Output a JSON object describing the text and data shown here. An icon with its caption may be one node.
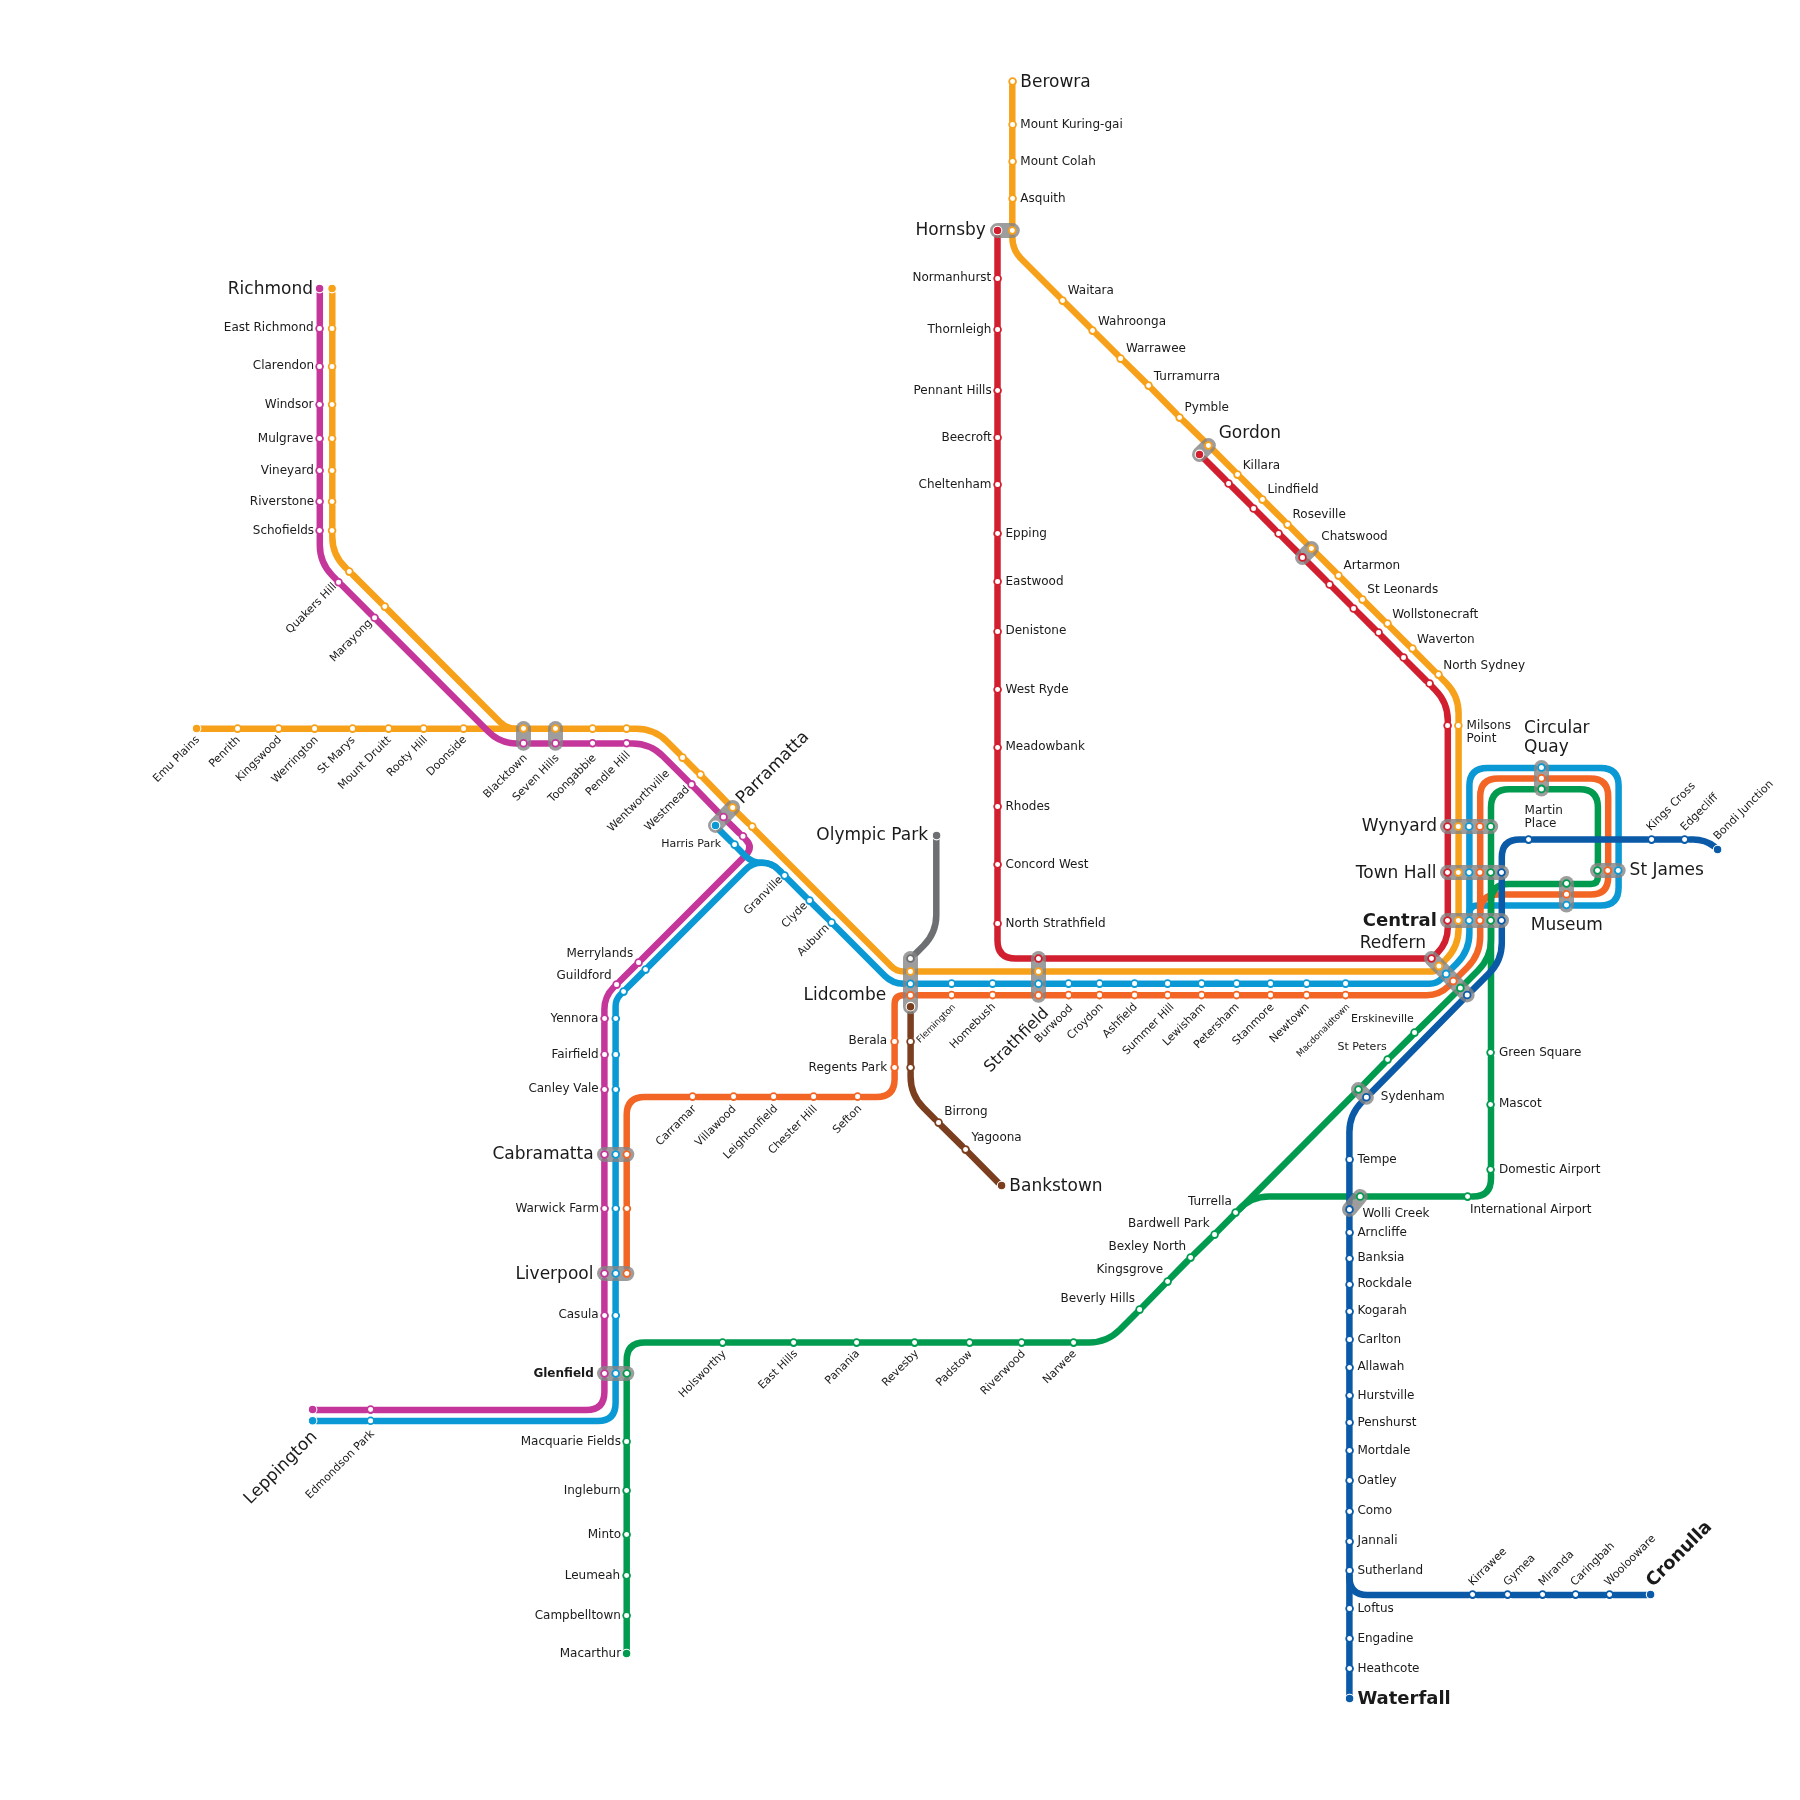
{
  "diagram": {
    "nodes": [
      {
        "text": [
          "Berowra"
        ]
      },
      {
        "text": [
          "Mount Kuring-gai"
        ]
      },
      {
        "text": [
          "Mount Colah"
        ]
      },
      {
        "text": [
          "Asquith"
        ]
      },
      {
        "text": [
          "Hornsby"
        ]
      },
      {
        "text": [
          "Waitara"
        ]
      },
      {
        "text": [
          "Wahroonga"
        ]
      },
      {
        "text": [
          "Warrawee"
        ]
      },
      {
        "text": [
          "Turramurra"
        ]
      },
      {
        "text": [
          "Pymble"
        ]
      },
      {
        "text": [
          "Gordon"
        ]
      },
      {
        "text": [
          "Killara"
        ]
      },
      {
        "text": [
          "Lindfield"
        ]
      },
      {
        "text": [
          "Roseville"
        ]
      },
      {
        "text": [
          "Chatswood"
        ]
      },
      {
        "text": [
          "Artarmon"
        ]
      },
      {
        "text": [
          "St Leonards"
        ]
      },
      {
        "text": [
          "Wollstonecraft"
        ]
      },
      {
        "text": [
          "Waverton"
        ]
      },
      {
        "text": [
          "North Sydney"
        ]
      },
      {
        "text": [
          "Milsons Point"
        ]
      },
      {
        "text": [
          "Normanhurst"
        ]
      },
      {
        "text": [
          "Thornleigh"
        ]
      },
      {
        "text": [
          "Pennant Hills"
        ]
      },
      {
        "text": [
          "Beecroft"
        ]
      },
      {
        "text": [
          "Cheltenham"
        ]
      },
      {
        "text": [
          "Epping"
        ]
      },
      {
        "text": [
          "Eastwood"
        ]
      },
      {
        "text": [
          "Denistone"
        ]
      },
      {
        "text": [
          "West Ryde"
        ]
      },
      {
        "text": [
          "Meadowbank"
        ]
      },
      {
        "text": [
          "Rhodes"
        ]
      },
      {
        "text": [
          "Concord West"
        ]
      },
      {
        "text": [
          "North Strathfield"
        ]
      },
      {
        "text": [
          "Richmond"
        ]
      },
      {
        "text": [
          "East Richmond"
        ]
      },
      {
        "text": [
          "Clarendon"
        ]
      },
      {
        "text": [
          "Windsor"
        ]
      },
      {
        "text": [
          "Mulgrave"
        ]
      },
      {
        "text": [
          "Vineyard"
        ]
      },
      {
        "text": [
          "Riverstone"
        ]
      },
      {
        "text": [
          "Schofields"
        ]
      },
      {
        "text": [
          "Quakers Hill"
        ]
      },
      {
        "text": [
          "Marayong"
        ]
      },
      {
        "text": [
          "Emu Plains"
        ]
      },
      {
        "text": [
          "Penrith"
        ]
      },
      {
        "text": [
          "Kingswood"
        ]
      },
      {
        "text": [
          "Werrington"
        ]
      },
      {
        "text": [
          "St Marys"
        ]
      },
      {
        "text": [
          "Mount Druitt"
        ]
      },
      {
        "text": [
          "Rooty Hill"
        ]
      },
      {
        "text": [
          "Doonside"
        ]
      },
      {
        "text": [
          "Blacktown"
        ]
      },
      {
        "text": [
          "Seven Hills"
        ]
      },
      {
        "text": [
          "Toongabbie"
        ]
      },
      {
        "text": [
          "Pendle Hill"
        ]
      },
      {
        "text": [
          "Wentworthville"
        ]
      },
      {
        "text": [
          "Westmead"
        ]
      },
      {
        "text": [
          "Parramatta"
        ]
      },
      {
        "text": [
          "Harris Park"
        ]
      },
      {
        "text": [
          "Granville"
        ]
      },
      {
        "text": [
          "Clyde"
        ]
      },
      {
        "text": [
          "Auburn"
        ]
      },
      {
        "text": [
          "Olympic Park"
        ]
      },
      {
        "text": [
          "Lidcombe"
        ]
      },
      {
        "text": [
          "Flemington"
        ]
      },
      {
        "text": [
          "Homebush"
        ]
      },
      {
        "text": [
          "Strathfield"
        ]
      },
      {
        "text": [
          "Burwood"
        ]
      },
      {
        "text": [
          "Croydon"
        ]
      },
      {
        "text": [
          "Ashfield"
        ]
      },
      {
        "text": [
          "Summer Hill"
        ]
      },
      {
        "text": [
          "Lewisham"
        ]
      },
      {
        "text": [
          "Petersham"
        ]
      },
      {
        "text": [
          "Stanmore"
        ]
      },
      {
        "text": [
          "Newtown"
        ]
      },
      {
        "text": [
          "Macdonaldtown"
        ]
      },
      {
        "text": [
          "Redfern"
        ]
      },
      {
        "text": [
          "Central"
        ]
      },
      {
        "text": [
          "Town Hall"
        ]
      },
      {
        "text": [
          "Wynyard"
        ]
      },
      {
        "text": [
          "Circular Quay"
        ]
      },
      {
        "text": [
          "St James"
        ]
      },
      {
        "text": [
          "Museum"
        ]
      },
      {
        "text": [
          "Martin Place"
        ]
      },
      {
        "text": [
          "Kings Cross"
        ]
      },
      {
        "text": [
          "Edgecliff"
        ]
      },
      {
        "text": [
          "Bondi Junction"
        ]
      },
      {
        "text": [
          "Merrylands"
        ]
      },
      {
        "text": [
          "Guildford"
        ]
      },
      {
        "text": [
          "Yennora"
        ]
      },
      {
        "text": [
          "Fairfield"
        ]
      },
      {
        "text": [
          "Canley Vale"
        ]
      },
      {
        "text": [
          "Cabramatta"
        ]
      },
      {
        "text": [
          "Warwick Farm"
        ]
      },
      {
        "text": [
          "Liverpool"
        ]
      },
      {
        "text": [
          "Casula"
        ]
      },
      {
        "text": [
          "Glenfield"
        ]
      },
      {
        "text": [
          "Edmondson Park"
        ]
      },
      {
        "text": [
          "Leppington"
        ]
      },
      {
        "text": [
          "Berala"
        ]
      },
      {
        "text": [
          "Regents Park"
        ]
      },
      {
        "text": [
          "Sefton"
        ]
      },
      {
        "text": [
          "Chester Hill"
        ]
      },
      {
        "text": [
          "Leightonfield"
        ]
      },
      {
        "text": [
          "Villawood"
        ]
      },
      {
        "text": [
          "Carramar"
        ]
      },
      {
        "text": [
          "Birrong"
        ]
      },
      {
        "text": [
          "Yagoona"
        ]
      },
      {
        "text": [
          "Bankstown"
        ]
      },
      {
        "text": [
          "Erskineville"
        ]
      },
      {
        "text": [
          "St Peters"
        ]
      },
      {
        "text": [
          "Sydenham"
        ]
      },
      {
        "text": [
          "Tempe"
        ]
      },
      {
        "text": [
          "Green Square"
        ]
      },
      {
        "text": [
          "Mascot"
        ]
      },
      {
        "text": [
          "Domestic Airport"
        ]
      },
      {
        "text": [
          "International Airport"
        ]
      },
      {
        "text": [
          "Wolli Creek"
        ]
      },
      {
        "text": [
          "Turrella"
        ]
      },
      {
        "text": [
          "Bardwell Park"
        ]
      },
      {
        "text": [
          "Bexley North"
        ]
      },
      {
        "text": [
          "Kingsgrove"
        ]
      },
      {
        "text": [
          "Beverly Hills"
        ]
      },
      {
        "text": [
          "Narwee"
        ]
      },
      {
        "text": [
          "Riverwood"
        ]
      },
      {
        "text": [
          "Padstow"
        ]
      },
      {
        "text": [
          "Revesby"
        ]
      },
      {
        "text": [
          "Panania"
        ]
      },
      {
        "text": [
          "East Hills"
        ]
      },
      {
        "text": [
          "Holsworthy"
        ]
      },
      {
        "text": [
          "Macquarie Fields"
        ]
      },
      {
        "text": [
          "Ingleburn"
        ]
      },
      {
        "text": [
          "Minto"
        ]
      },
      {
        "text": [
          "Leumeah"
        ]
      },
      {
        "text": [
          "Campbelltown"
        ]
      },
      {
        "text": [
          "Macarthur"
        ]
      },
      {
        "text": [
          "Arncliffe"
        ]
      },
      {
        "text": [
          "Banksia"
        ]
      },
      {
        "text": [
          "Rockdale"
        ]
      },
      {
        "text": [
          "Kogarah"
        ]
      },
      {
        "text": [
          "Carlton"
        ]
      },
      {
        "text": [
          "Allawah"
        ]
      },
      {
        "text": [
          "Hurstville"
        ]
      },
      {
        "text": [
          "Penshurst"
        ]
      },
      {
        "text": [
          "Mortdale"
        ]
      },
      {
        "text": [
          "Oatley"
        ]
      },
      {
        "text": [
          "Como"
        ]
      },
      {
        "text": [
          "Jannali"
        ]
      },
      {
        "text": [
          "Sutherland"
        ]
      },
      {
        "text": [
          "Loftus"
        ]
      },
      {
        "text": [
          "Engadine"
        ]
      },
      {
        "text": [
          "Heathcote"
        ]
      },
      {
        "text": [
          "Waterfall"
        ]
      },
      {
        "text": [
          "Kirrawee"
        ]
      },
      {
        "text": [
          "Gymea"
        ]
      },
      {
        "text": [
          "Miranda"
        ]
      },
      {
        "text": [
          "Caringbah"
        ]
      },
      {
        "text": [
          "Woolooware"
        ]
      },
      {
        "text": [
          "Cronulla"
        ]
      }
    ],
    "edges": [
      {
        "from": 0,
        "to": 1,
        "arrow": "none",
        "color": "#f7a11a"
      },
      {
        "from": 1,
        "to": 2,
        "arrow": "none",
        "color": "#f7a11a"
      },
      {
        "from": 2,
        "to": 3,
        "arrow": "none",
        "color": "#f7a11a"
      },
      {
        "from": 3,
        "to": 4,
        "arrow": "none",
        "color": "#f7a11a"
      },
      {
        "from": 4,
        "to": 5,
        "arrow": "none",
        "color": "#f7a11a"
      },
      {
        "from": 5,
        "to": 6,
        "arrow": "none",
        "color": "#f7a11a"
      },
      {
        "from": 6,
        "to": 7,
        "arrow": "none",
        "color": "#f7a11a"
      },
      {
        "from": 7,
        "to": 8,
        "arrow": "none",
        "color": "#f7a11a"
      },
      {
        "from": 8,
        "to": 9,
        "arrow": "none",
        "color": "#f7a11a"
      },
      {
        "from": 9,
        "to": 10,
        "arrow": "none",
        "color": "#f7a11a"
      },
      {
        "from": 10,
        "to": 11,
        "arrow": "none",
        "color": "#f7a11a"
      },
      {
        "from": 11,
        "to": 12,
        "arrow": "none",
        "color": "#f7a11a"
      },
      {
        "from": 12,
        "to": 13,
        "arrow": "none",
        "color": "#f7a11a"
      },
      {
        "from": 13,
        "to": 14,
        "arrow": "none",
        "color": "#f7a11a"
      },
      {
        "from": 14,
        "to": 15,
        "arrow": "none",
        "color": "#f7a11a"
      },
      {
        "from": 15,
        "to": 16,
        "arrow": "none",
        "color": "#f7a11a"
      },
      {
        "from": 16,
        "to": 17,
        "arrow": "none",
        "color": "#f7a11a"
      },
      {
        "from": 17,
        "to": 18,
        "arrow": "none",
        "color": "#f7a11a"
      },
      {
        "from": 18,
        "to": 19,
        "arrow": "none",
        "color": "#f7a11a"
      },
      {
        "from": 19,
        "to": 20,
        "arrow": "none",
        "color": "#f7a11a"
      },
      {
        "from": 20,
        "to": 80,
        "arrow": "none",
        "color": "#f7a11a"
      },
      {
        "from": 80,
        "to": 79,
        "arrow": "none",
        "color": "#f7a11a"
      },
      {
        "from": 79,
        "to": 78,
        "arrow": "none",
        "color": "#f7a11a"
      },
      {
        "from": 78,
        "to": 77,
        "arrow": "none",
        "color": "#f7a11a"
      },
      {
        "from": 77,
        "to": 67,
        "arrow": "none",
        "color": "#f7a11a"
      },
      {
        "from": 67,
        "to": 64,
        "arrow": "none",
        "color": "#f7a11a"
      },
      {
        "from": 64,
        "to": 59,
        "arrow": "none",
        "color": "#f7a11a"
      },
      {
        "from": 59,
        "to": 58,
        "arrow": "none",
        "color": "#f7a11a"
      },
      {
        "from": 58,
        "to": 57,
        "arrow": "none",
        "color": "#f7a11a"
      },
      {
        "from": 57,
        "to": 56,
        "arrow": "none",
        "color": "#f7a11a"
      },
      {
        "from": 56,
        "to": 55,
        "arrow": "none",
        "color": "#f7a11a"
      },
      {
        "from": 55,
        "to": 54,
        "arrow": "none",
        "color": "#f7a11a"
      },
      {
        "from": 54,
        "to": 53,
        "arrow": "none",
        "color": "#f7a11a"
      },
      {
        "from": 53,
        "to": 52,
        "arrow": "none",
        "color": "#f7a11a"
      },
      {
        "from": 52,
        "to": 51,
        "arrow": "none",
        "color": "#f7a11a"
      },
      {
        "from": 51,
        "to": 50,
        "arrow": "none",
        "color": "#f7a11a"
      },
      {
        "from": 50,
        "to": 49,
        "arrow": "none",
        "color": "#f7a11a"
      },
      {
        "from": 49,
        "to": 48,
        "arrow": "none",
        "color": "#f7a11a"
      },
      {
        "from": 48,
        "to": 47,
        "arrow": "none",
        "color": "#f7a11a"
      },
      {
        "from": 47,
        "to": 46,
        "arrow": "none",
        "color": "#f7a11a"
      },
      {
        "from": 46,
        "to": 45,
        "arrow": "none",
        "color": "#f7a11a"
      },
      {
        "from": 45,
        "to": 44,
        "arrow": "none",
        "color": "#f7a11a"
      },
      {
        "from": 52,
        "to": 43,
        "arrow": "none",
        "color": "#f7a11a"
      },
      {
        "from": 43,
        "to": 42,
        "arrow": "none",
        "color": "#f7a11a"
      },
      {
        "from": 42,
        "to": 41,
        "arrow": "none",
        "color": "#f7a11a"
      },
      {
        "from": 41,
        "to": 40,
        "arrow": "none",
        "color": "#f7a11a"
      },
      {
        "from": 40,
        "to": 39,
        "arrow": "none",
        "color": "#f7a11a"
      },
      {
        "from": 39,
        "to": 38,
        "arrow": "none",
        "color": "#f7a11a"
      },
      {
        "from": 38,
        "to": 37,
        "arrow": "none",
        "color": "#f7a11a"
      },
      {
        "from": 37,
        "to": 36,
        "arrow": "none",
        "color": "#f7a11a"
      },
      {
        "from": 36,
        "to": 35,
        "arrow": "none",
        "color": "#f7a11a"
      },
      {
        "from": 35,
        "to": 34,
        "arrow": "none",
        "color": "#f7a11a"
      },
      {
        "from": 4,
        "to": 21,
        "arrow": "none",
        "color": "#d11f2f"
      },
      {
        "from": 21,
        "to": 22,
        "arrow": "none",
        "color": "#d11f2f"
      },
      {
        "from": 22,
        "to": 23,
        "arrow": "none",
        "color": "#d11f2f"
      },
      {
        "from": 23,
        "to": 24,
        "arrow": "none",
        "color": "#d11f2f"
      },
      {
        "from": 24,
        "to": 25,
        "arrow": "none",
        "color": "#d11f2f"
      },
      {
        "from": 25,
        "to": 26,
        "arrow": "none",
        "color": "#d11f2f"
      },
      {
        "from": 26,
        "to": 27,
        "arrow": "none",
        "color": "#d11f2f"
      },
      {
        "from": 27,
        "to": 28,
        "arrow": "none",
        "color": "#d11f2f"
      },
      {
        "from": 28,
        "to": 29,
        "arrow": "none",
        "color": "#d11f2f"
      },
      {
        "from": 29,
        "to": 30,
        "arrow": "none",
        "color": "#d11f2f"
      },
      {
        "from": 30,
        "to": 31,
        "arrow": "none",
        "color": "#d11f2f"
      },
      {
        "from": 31,
        "to": 32,
        "arrow": "none",
        "color": "#d11f2f"
      },
      {
        "from": 32,
        "to": 33,
        "arrow": "none",
        "color": "#d11f2f"
      },
      {
        "from": 33,
        "to": 67,
        "arrow": "none",
        "color": "#d11f2f"
      },
      {
        "from": 67,
        "to": 77,
        "arrow": "none",
        "color": "#d11f2f"
      },
      {
        "from": 77,
        "to": 78,
        "arrow": "none",
        "color": "#d11f2f"
      },
      {
        "from": 78,
        "to": 79,
        "arrow": "none",
        "color": "#d11f2f"
      },
      {
        "from": 79,
        "to": 80,
        "arrow": "none",
        "color": "#d11f2f"
      },
      {
        "from": 80,
        "to": 20,
        "arrow": "none",
        "color": "#d11f2f"
      },
      {
        "from": 20,
        "to": 19,
        "arrow": "none",
        "color": "#d11f2f"
      },
      {
        "from": 19,
        "to": 18,
        "arrow": "none",
        "color": "#d11f2f"
      },
      {
        "from": 18,
        "to": 17,
        "arrow": "none",
        "color": "#d11f2f"
      },
      {
        "from": 17,
        "to": 16,
        "arrow": "none",
        "color": "#d11f2f"
      },
      {
        "from": 16,
        "to": 15,
        "arrow": "none",
        "color": "#d11f2f"
      },
      {
        "from": 15,
        "to": 14,
        "arrow": "none",
        "color": "#d11f2f"
      },
      {
        "from": 14,
        "to": 13,
        "arrow": "none",
        "color": "#d11f2f"
      },
      {
        "from": 13,
        "to": 12,
        "arrow": "none",
        "color": "#d11f2f"
      },
      {
        "from": 12,
        "to": 11,
        "arrow": "none",
        "color": "#d11f2f"
      },
      {
        "from": 11,
        "to": 10,
        "arrow": "none",
        "color": "#d11f2f"
      },
      {
        "from": 34,
        "to": 35,
        "arrow": "none",
        "color": "#c5369b"
      },
      {
        "from": 35,
        "to": 36,
        "arrow": "none",
        "color": "#c5369b"
      },
      {
        "from": 36,
        "to": 37,
        "arrow": "none",
        "color": "#c5369b"
      },
      {
        "from": 37,
        "to": 38,
        "arrow": "none",
        "color": "#c5369b"
      },
      {
        "from": 38,
        "to": 39,
        "arrow": "none",
        "color": "#c5369b"
      },
      {
        "from": 39,
        "to": 40,
        "arrow": "none",
        "color": "#c5369b"
      },
      {
        "from": 40,
        "to": 41,
        "arrow": "none",
        "color": "#c5369b"
      },
      {
        "from": 41,
        "to": 42,
        "arrow": "none",
        "color": "#c5369b"
      },
      {
        "from": 42,
        "to": 43,
        "arrow": "none",
        "color": "#c5369b"
      },
      {
        "from": 43,
        "to": 52,
        "arrow": "none",
        "color": "#c5369b"
      },
      {
        "from": 52,
        "to": 53,
        "arrow": "none",
        "color": "#c5369b"
      },
      {
        "from": 53,
        "to": 54,
        "arrow": "none",
        "color": "#c5369b"
      },
      {
        "from": 54,
        "to": 55,
        "arrow": "none",
        "color": "#c5369b"
      },
      {
        "from": 55,
        "to": 57,
        "arrow": "none",
        "color": "#c5369b"
      },
      {
        "from": 57,
        "to": 58,
        "arrow": "none",
        "color": "#c5369b"
      },
      {
        "from": 58,
        "to": 59,
        "arrow": "none",
        "color": "#c5369b"
      },
      {
        "from": 59,
        "to": 88,
        "arrow": "none",
        "color": "#c5369b"
      },
      {
        "from": 88,
        "to": 89,
        "arrow": "none",
        "color": "#c5369b"
      },
      {
        "from": 89,
        "to": 90,
        "arrow": "none",
        "color": "#c5369b"
      },
      {
        "from": 90,
        "to": 91,
        "arrow": "none",
        "color": "#c5369b"
      },
      {
        "from": 91,
        "to": 92,
        "arrow": "none",
        "color": "#c5369b"
      },
      {
        "from": 92,
        "to": 93,
        "arrow": "none",
        "color": "#c5369b"
      },
      {
        "from": 93,
        "to": 94,
        "arrow": "none",
        "color": "#c5369b"
      },
      {
        "from": 94,
        "to": 95,
        "arrow": "none",
        "color": "#c5369b"
      },
      {
        "from": 95,
        "to": 96,
        "arrow": "none",
        "color": "#c5369b"
      },
      {
        "from": 96,
        "to": 97,
        "arrow": "none",
        "color": "#c5369b"
      },
      {
        "from": 97,
        "to": 98,
        "arrow": "none",
        "color": "#c5369b"
      },
      {
        "from": 98,
        "to": 99,
        "arrow": "none",
        "color": "#c5369b"
      },
      {
        "from": 58,
        "to": 59,
        "arrow": "none",
        "color": "#0a99d4"
      },
      {
        "from": 59,
        "to": 60,
        "arrow": "none",
        "color": "#0a99d4"
      },
      {
        "from": 99,
        "to": 98,
        "arrow": "none",
        "color": "#0a99d4"
      },
      {
        "from": 98,
        "to": 97,
        "arrow": "none",
        "color": "#0a99d4"
      },
      {
        "from": 97,
        "to": 96,
        "arrow": "none",
        "color": "#0a99d4"
      },
      {
        "from": 96,
        "to": 95,
        "arrow": "none",
        "color": "#0a99d4"
      },
      {
        "from": 95,
        "to": 94,
        "arrow": "none",
        "color": "#0a99d4"
      },
      {
        "from": 94,
        "to": 93,
        "arrow": "none",
        "color": "#0a99d4"
      },
      {
        "from": 93,
        "to": 92,
        "arrow": "none",
        "color": "#0a99d4"
      },
      {
        "from": 92,
        "to": 91,
        "arrow": "none",
        "color": "#0a99d4"
      },
      {
        "from": 91,
        "to": 90,
        "arrow": "none",
        "color": "#0a99d4"
      },
      {
        "from": 90,
        "to": 89,
        "arrow": "none",
        "color": "#0a99d4"
      },
      {
        "from": 89,
        "to": 88,
        "arrow": "none",
        "color": "#0a99d4"
      },
      {
        "from": 88,
        "to": 60,
        "arrow": "none",
        "color": "#0a99d4"
      },
      {
        "from": 60,
        "to": 61,
        "arrow": "none",
        "color": "#0a99d4"
      },
      {
        "from": 61,
        "to": 62,
        "arrow": "none",
        "color": "#0a99d4"
      },
      {
        "from": 62,
        "to": 64,
        "arrow": "none",
        "color": "#0a99d4"
      },
      {
        "from": 64,
        "to": 65,
        "arrow": "none",
        "color": "#0a99d4"
      },
      {
        "from": 65,
        "to": 66,
        "arrow": "none",
        "color": "#0a99d4"
      },
      {
        "from": 66,
        "to": 67,
        "arrow": "none",
        "color": "#0a99d4"
      },
      {
        "from": 67,
        "to": 68,
        "arrow": "none",
        "color": "#0a99d4"
      },
      {
        "from": 68,
        "to": 69,
        "arrow": "none",
        "color": "#0a99d4"
      },
      {
        "from": 69,
        "to": 70,
        "arrow": "none",
        "color": "#0a99d4"
      },
      {
        "from": 70,
        "to": 71,
        "arrow": "none",
        "color": "#0a99d4"
      },
      {
        "from": 71,
        "to": 72,
        "arrow": "none",
        "color": "#0a99d4"
      },
      {
        "from": 72,
        "to": 73,
        "arrow": "none",
        "color": "#0a99d4"
      },
      {
        "from": 73,
        "to": 74,
        "arrow": "none",
        "color": "#0a99d4"
      },
      {
        "from": 74,
        "to": 75,
        "arrow": "none",
        "color": "#0a99d4"
      },
      {
        "from": 75,
        "to": 76,
        "arrow": "none",
        "color": "#0a99d4"
      },
      {
        "from": 76,
        "to": 77,
        "arrow": "none",
        "color": "#0a99d4"
      },
      {
        "from": 77,
        "to": 78,
        "arrow": "none",
        "color": "#0a99d4"
      },
      {
        "from": 78,
        "to": 79,
        "arrow": "none",
        "color": "#0a99d4"
      },
      {
        "from": 79,
        "to": 80,
        "arrow": "none",
        "color": "#0a99d4"
      },
      {
        "from": 80,
        "to": 81,
        "arrow": "none",
        "color": "#0a99d4"
      },
      {
        "from": 81,
        "to": 82,
        "arrow": "none",
        "color": "#0a99d4"
      },
      {
        "from": 82,
        "to": 83,
        "arrow": "none",
        "color": "#0a99d4"
      },
      {
        "from": 83,
        "to": 78,
        "arrow": "none",
        "color": "#0a99d4"
      },
      {
        "from": 95,
        "to": 94,
        "arrow": "none",
        "color": "#f26524"
      },
      {
        "from": 94,
        "to": 93,
        "arrow": "none",
        "color": "#f26524"
      },
      {
        "from": 93,
        "to": 106,
        "arrow": "none",
        "color": "#f26524"
      },
      {
        "from": 106,
        "to": 105,
        "arrow": "none",
        "color": "#f26524"
      },
      {
        "from": 105,
        "to": 104,
        "arrow": "none",
        "color": "#f26524"
      },
      {
        "from": 104,
        "to": 103,
        "arrow": "none",
        "color": "#f26524"
      },
      {
        "from": 103,
        "to": 102,
        "arrow": "none",
        "color": "#f26524"
      },
      {
        "from": 102,
        "to": 101,
        "arrow": "none",
        "color": "#f26524"
      },
      {
        "from": 101,
        "to": 100,
        "arrow": "none",
        "color": "#f26524"
      },
      {
        "from": 100,
        "to": 64,
        "arrow": "none",
        "color": "#f26524"
      },
      {
        "from": 64,
        "to": 65,
        "arrow": "none",
        "color": "#f26524"
      },
      {
        "from": 65,
        "to": 66,
        "arrow": "none",
        "color": "#f26524"
      },
      {
        "from": 66,
        "to": 67,
        "arrow": "none",
        "color": "#f26524"
      },
      {
        "from": 67,
        "to": 68,
        "arrow": "none",
        "color": "#f26524"
      },
      {
        "from": 68,
        "to": 69,
        "arrow": "none",
        "color": "#f26524"
      },
      {
        "from": 69,
        "to": 70,
        "arrow": "none",
        "color": "#f26524"
      },
      {
        "from": 70,
        "to": 71,
        "arrow": "none",
        "color": "#f26524"
      },
      {
        "from": 71,
        "to": 72,
        "arrow": "none",
        "color": "#f26524"
      },
      {
        "from": 72,
        "to": 73,
        "arrow": "none",
        "color": "#f26524"
      },
      {
        "from": 73,
        "to": 74,
        "arrow": "none",
        "color": "#f26524"
      },
      {
        "from": 74,
        "to": 75,
        "arrow": "none",
        "color": "#f26524"
      },
      {
        "from": 75,
        "to": 76,
        "arrow": "none",
        "color": "#f26524"
      },
      {
        "from": 76,
        "to": 77,
        "arrow": "none",
        "color": "#f26524"
      },
      {
        "from": 77,
        "to": 78,
        "arrow": "none",
        "color": "#f26524"
      },
      {
        "from": 78,
        "to": 79,
        "arrow": "none",
        "color": "#f26524"
      },
      {
        "from": 79,
        "to": 80,
        "arrow": "none",
        "color": "#f26524"
      },
      {
        "from": 80,
        "to": 81,
        "arrow": "none",
        "color": "#f26524"
      },
      {
        "from": 81,
        "to": 82,
        "arrow": "none",
        "color": "#f26524"
      },
      {
        "from": 82,
        "to": 83,
        "arrow": "none",
        "color": "#f26524"
      },
      {
        "from": 83,
        "to": 78,
        "arrow": "none",
        "color": "#f26524"
      },
      {
        "from": 64,
        "to": 100,
        "arrow": "none",
        "color": "#7b3f20"
      },
      {
        "from": 100,
        "to": 101,
        "arrow": "none",
        "color": "#7b3f20"
      },
      {
        "from": 101,
        "to": 107,
        "arrow": "none",
        "color": "#7b3f20"
      },
      {
        "from": 107,
        "to": 108,
        "arrow": "none",
        "color": "#7b3f20"
      },
      {
        "from": 108,
        "to": 109,
        "arrow": "none",
        "color": "#7b3f20"
      },
      {
        "from": 63,
        "to": 64,
        "arrow": "none",
        "color": "#6e6f72"
      },
      {
        "from": 78,
        "to": 79,
        "arrow": "none",
        "color": "#009b4e"
      },
      {
        "from": 79,
        "to": 80,
        "arrow": "none",
        "color": "#009b4e"
      },
      {
        "from": 80,
        "to": 81,
        "arrow": "none",
        "color": "#009b4e"
      },
      {
        "from": 81,
        "to": 82,
        "arrow": "none",
        "color": "#009b4e"
      },
      {
        "from": 82,
        "to": 83,
        "arrow": "none",
        "color": "#009b4e"
      },
      {
        "from": 83,
        "to": 78,
        "arrow": "none",
        "color": "#009b4e"
      },
      {
        "from": 78,
        "to": 114,
        "arrow": "none",
        "color": "#009b4e"
      },
      {
        "from": 114,
        "to": 115,
        "arrow": "none",
        "color": "#009b4e"
      },
      {
        "from": 115,
        "to": 116,
        "arrow": "none",
        "color": "#009b4e"
      },
      {
        "from": 116,
        "to": 117,
        "arrow": "none",
        "color": "#009b4e"
      },
      {
        "from": 117,
        "to": 118,
        "arrow": "none",
        "color": "#009b4e"
      },
      {
        "from": 118,
        "to": 119,
        "arrow": "none",
        "color": "#009b4e"
      },
      {
        "from": 78,
        "to": 77,
        "arrow": "none",
        "color": "#009b4e"
      },
      {
        "from": 77,
        "to": 110,
        "arrow": "none",
        "color": "#009b4e"
      },
      {
        "from": 110,
        "to": 111,
        "arrow": "none",
        "color": "#009b4e"
      },
      {
        "from": 111,
        "to": 112,
        "arrow": "none",
        "color": "#009b4e"
      },
      {
        "from": 112,
        "to": 119,
        "arrow": "none",
        "color": "#009b4e"
      },
      {
        "from": 119,
        "to": 120,
        "arrow": "none",
        "color": "#009b4e"
      },
      {
        "from": 120,
        "to": 121,
        "arrow": "none",
        "color": "#009b4e"
      },
      {
        "from": 121,
        "to": 122,
        "arrow": "none",
        "color": "#009b4e"
      },
      {
        "from": 122,
        "to": 123,
        "arrow": "none",
        "color": "#009b4e"
      },
      {
        "from": 123,
        "to": 124,
        "arrow": "none",
        "color": "#009b4e"
      },
      {
        "from": 124,
        "to": 125,
        "arrow": "none",
        "color": "#009b4e"
      },
      {
        "from": 125,
        "to": 126,
        "arrow": "none",
        "color": "#009b4e"
      },
      {
        "from": 126,
        "to": 127,
        "arrow": "none",
        "color": "#009b4e"
      },
      {
        "from": 127,
        "to": 128,
        "arrow": "none",
        "color": "#009b4e"
      },
      {
        "from": 128,
        "to": 129,
        "arrow": "none",
        "color": "#009b4e"
      },
      {
        "from": 129,
        "to": 130,
        "arrow": "none",
        "color": "#009b4e"
      },
      {
        "from": 130,
        "to": 97,
        "arrow": "none",
        "color": "#009b4e"
      },
      {
        "from": 97,
        "to": 131,
        "arrow": "none",
        "color": "#009b4e"
      },
      {
        "from": 131,
        "to": 132,
        "arrow": "none",
        "color": "#009b4e"
      },
      {
        "from": 132,
        "to": 133,
        "arrow": "none",
        "color": "#009b4e"
      },
      {
        "from": 133,
        "to": 134,
        "arrow": "none",
        "color": "#009b4e"
      },
      {
        "from": 134,
        "to": 135,
        "arrow": "none",
        "color": "#009b4e"
      },
      {
        "from": 135,
        "to": 136,
        "arrow": "none",
        "color": "#009b4e"
      },
      {
        "from": 87,
        "to": 86,
        "arrow": "none",
        "color": "#0a5aa8"
      },
      {
        "from": 86,
        "to": 85,
        "arrow": "none",
        "color": "#0a5aa8"
      },
      {
        "from": 85,
        "to": 84,
        "arrow": "none",
        "color": "#0a5aa8"
      },
      {
        "from": 84,
        "to": 79,
        "arrow": "none",
        "color": "#0a5aa8"
      },
      {
        "from": 79,
        "to": 78,
        "arrow": "none",
        "color": "#0a5aa8"
      },
      {
        "from": 78,
        "to": 77,
        "arrow": "none",
        "color": "#0a5aa8"
      },
      {
        "from": 77,
        "to": 112,
        "arrow": "none",
        "color": "#0a5aa8"
      },
      {
        "from": 112,
        "to": 113,
        "arrow": "none",
        "color": "#0a5aa8"
      },
      {
        "from": 113,
        "to": 118,
        "arrow": "none",
        "color": "#0a5aa8"
      },
      {
        "from": 118,
        "to": 137,
        "arrow": "none",
        "color": "#0a5aa8"
      },
      {
        "from": 137,
        "to": 138,
        "arrow": "none",
        "color": "#0a5aa8"
      },
      {
        "from": 138,
        "to": 139,
        "arrow": "none",
        "color": "#0a5aa8"
      },
      {
        "from": 139,
        "to": 140,
        "arrow": "none",
        "color": "#0a5aa8"
      },
      {
        "from": 140,
        "to": 141,
        "arrow": "none",
        "color": "#0a5aa8"
      },
      {
        "from": 141,
        "to": 142,
        "arrow": "none",
        "color": "#0a5aa8"
      },
      {
        "from": 142,
        "to": 143,
        "arrow": "none",
        "color": "#0a5aa8"
      },
      {
        "from": 143,
        "to": 144,
        "arrow": "none",
        "color": "#0a5aa8"
      },
      {
        "from": 144,
        "to": 145,
        "arrow": "none",
        "color": "#0a5aa8"
      },
      {
        "from": 145,
        "to": 146,
        "arrow": "none",
        "color": "#0a5aa8"
      },
      {
        "from": 146,
        "to": 147,
        "arrow": "none",
        "color": "#0a5aa8"
      },
      {
        "from": 147,
        "to": 148,
        "arrow": "none",
        "color": "#0a5aa8"
      },
      {
        "from": 148,
        "to": 149,
        "arrow": "none",
        "color": "#0a5aa8"
      },
      {
        "from": 149,
        "to": 150,
        "arrow": "none",
        "color": "#0a5aa8"
      },
      {
        "from": 150,
        "to": 151,
        "arrow": "none",
        "color": "#0a5aa8"
      },
      {
        "from": 151,
        "to": 152,
        "arrow": "none",
        "color": "#0a5aa8"
      },
      {
        "from": 152,
        "to": 153,
        "arrow": "none",
        "color": "#0a5aa8"
      },
      {
        "from": 149,
        "to": 154,
        "arrow": "none",
        "color": "#0a5aa8"
      },
      {
        "from": 154,
        "to": 155,
        "arrow": "none",
        "color": "#0a5aa8"
      },
      {
        "from": 155,
        "to": 156,
        "arrow": "none",
        "color": "#0a5aa8"
      },
      {
        "from": 156,
        "to": 157,
        "arrow": "none",
        "color": "#0a5aa8"
      },
      {
        "from": 157,
        "to": 158,
        "arrow": "none",
        "color": "#0a5aa8"
      },
      {
        "from": 158,
        "to": 159,
        "arrow": "none",
        "color": "#0a5aa8"
      }
    ]
  }
}
